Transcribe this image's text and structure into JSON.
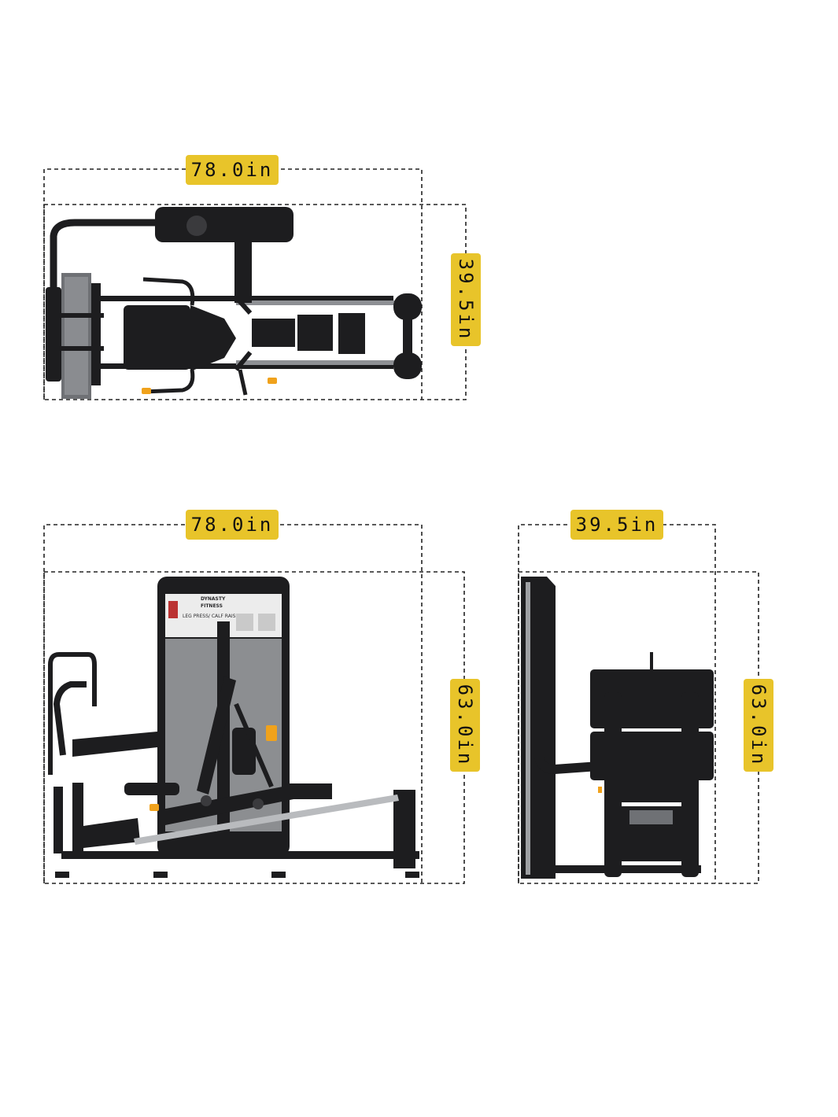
{
  "colors": {
    "label_background": "#e8c42a",
    "label_text": "#111111",
    "machine_frame": "#1d1d1f",
    "shroud_panel": "#8c8e91",
    "accent": "#f0a21c",
    "dimension_line": "#222222"
  },
  "views": {
    "top": {
      "width_label": "78.0in",
      "depth_label": "39.5in"
    },
    "side": {
      "width_label": "78.0in",
      "height_label": "63.0in",
      "brand_line1": "DYNASTY",
      "brand_line2": "FITNESS",
      "placard_title": "LEG PRESS/ CALF RAISE"
    },
    "back": {
      "width_label": "39.5in",
      "height_label": "63.0in"
    }
  }
}
